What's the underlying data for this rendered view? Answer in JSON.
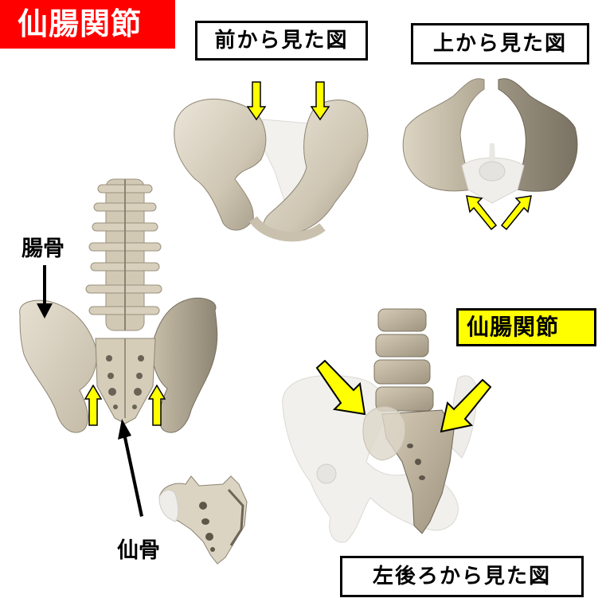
{
  "title": "仙腸関節",
  "views": {
    "front": "前から見た図",
    "top": "上から見た図",
    "back_left": "左後ろから見た図"
  },
  "labels": {
    "ilium": "腸骨",
    "sacrum": "仙骨",
    "joint": "仙腸関節"
  },
  "colors": {
    "title_bg": "#ff0000",
    "title_text": "#ffffff",
    "highlight": "#ffff00",
    "arrow_fill": "#ffff00",
    "arrow_stroke": "#000000",
    "bone": "#d8d0bf",
    "bone_shadow": "#9c9280",
    "bone_ghost": "#f0efec"
  },
  "figures": [
    {
      "id": "front-view",
      "description": "pelvis viewed from front, sacroiliac joints marked with 2 down arrows"
    },
    {
      "id": "top-view",
      "description": "pelvis viewed from above, sacroiliac joints marked with 2 diagonal arrows"
    },
    {
      "id": "posterior-view",
      "description": "lumbar spine and pelvis viewed from behind, ilium and sacrum labeled, 2 up arrows at joints"
    },
    {
      "id": "sacrum-isolated",
      "description": "isolated sacrum bone"
    },
    {
      "id": "left-posterior-view",
      "description": "pelvis and spine from left-rear, 2 large diagonal arrows at joints"
    }
  ]
}
